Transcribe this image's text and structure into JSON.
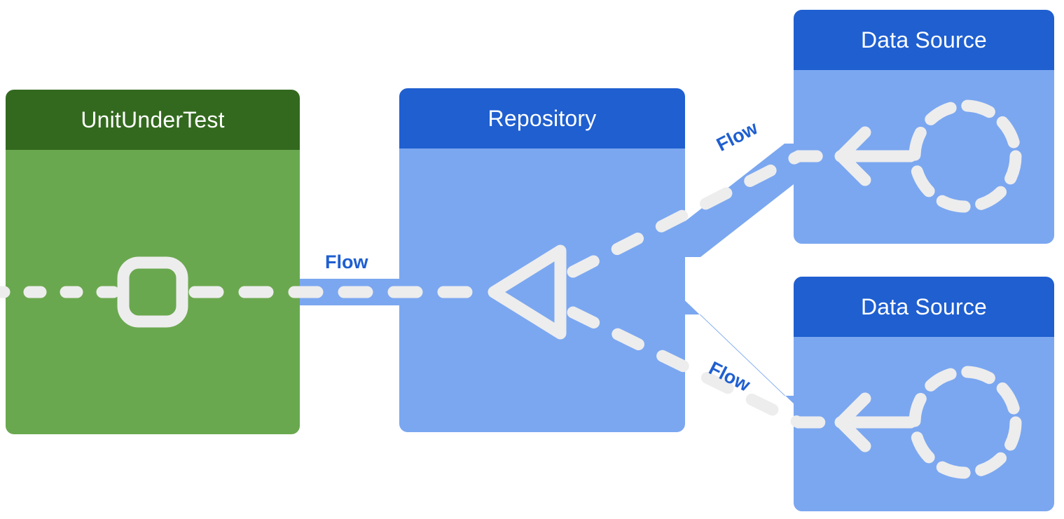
{
  "diagram": {
    "title": "Repository data flow test diagram",
    "type": "component-flow-diagram",
    "background": "#ffffff"
  },
  "colors": {
    "green_header": "#33691E",
    "green_body": "#6AA84F",
    "blue_header": "#1F5FD0",
    "blue_body": "#7BA7F0",
    "connector_band": "#7BA7F0",
    "dash_white": "#EDEDED",
    "label_blue": "#1F5FD0",
    "icon_white": "#EDEDED"
  },
  "nodes": [
    {
      "id": "unit-under-test",
      "title": "UnitUnderTest",
      "header_color": "#33691E",
      "body_color": "#6AA84F",
      "icon": "rounded-square-collector-icon"
    },
    {
      "id": "repository",
      "title": "Repository",
      "header_color": "#1F5FD0",
      "body_color": "#7BA7F0",
      "icon": "merge-triangle-icon"
    },
    {
      "id": "data-source-top",
      "title": "Data Source",
      "header_color": "#1F5FD0",
      "body_color": "#7BA7F0",
      "icon": "arrow-left-icon",
      "secondary_icon": "dashed-circle-icon"
    },
    {
      "id": "data-source-bottom",
      "title": "Data Source",
      "header_color": "#1F5FD0",
      "body_color": "#7BA7F0",
      "icon": "arrow-left-icon",
      "secondary_icon": "dashed-circle-icon"
    }
  ],
  "connectors": [
    {
      "id": "flow-main",
      "label": "Flow",
      "from": "repository",
      "to": "unit-under-test",
      "style": "dashed",
      "color": "#7BA7F0"
    },
    {
      "id": "flow-upper",
      "label": "Flow",
      "from": "data-source-top",
      "to": "repository",
      "style": "dashed",
      "color": "#7BA7F0"
    },
    {
      "id": "flow-lower",
      "label": "Flow",
      "from": "data-source-bottom",
      "to": "repository",
      "style": "dashed",
      "color": "#7BA7F0"
    }
  ]
}
